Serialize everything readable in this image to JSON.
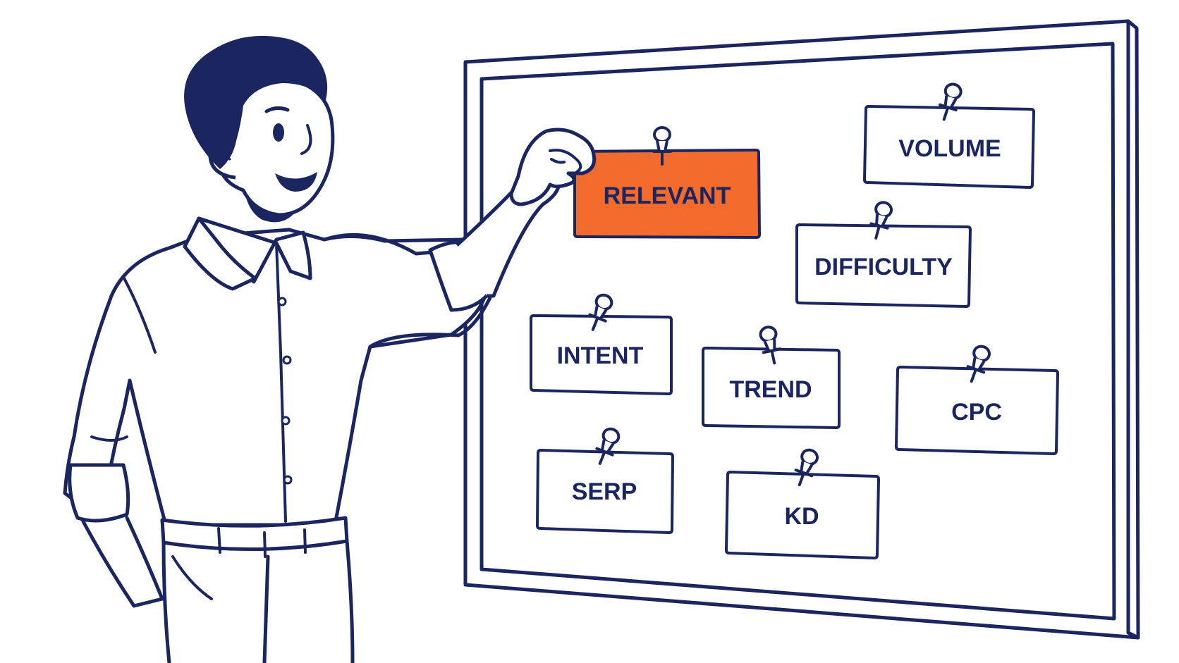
{
  "colors": {
    "ink": "#1b2660",
    "paper": "#ffffff",
    "highlight": "#f26a2c"
  },
  "board": {
    "cards": [
      {
        "id": "relevant",
        "label": "RELEVANT",
        "highlighted": true
      },
      {
        "id": "volume",
        "label": "VOLUME",
        "highlighted": false
      },
      {
        "id": "difficulty",
        "label": "DIFFICULTY",
        "highlighted": false
      },
      {
        "id": "intent",
        "label": "INTENT",
        "highlighted": false
      },
      {
        "id": "trend",
        "label": "TREND",
        "highlighted": false
      },
      {
        "id": "cpc",
        "label": "CPC",
        "highlighted": false
      },
      {
        "id": "serp",
        "label": "SERP",
        "highlighted": false
      },
      {
        "id": "kd",
        "label": "KD",
        "highlighted": false
      }
    ]
  },
  "icons": {
    "pin": "push-pin-icon",
    "person": "man-pinning-card"
  }
}
